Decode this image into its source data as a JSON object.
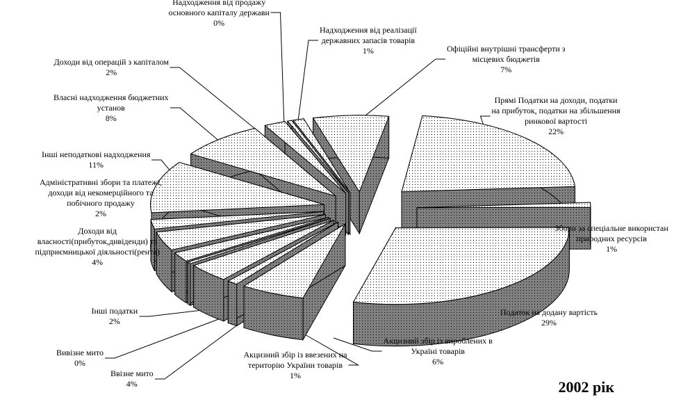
{
  "chart_data": {
    "type": "pie",
    "variant": "3d-exploded",
    "title": "2002 рік",
    "colors": {
      "top_fill": "#ffffff",
      "side_fill": "#808080",
      "dot": "#000000",
      "outline": "#000000",
      "leader": "#000000"
    },
    "slices": [
      {
        "label": "Прямі Податки на доходи, податки на прибуток, податки на збільшення ринкової вартості",
        "value": 22,
        "pct_label": "22%"
      },
      {
        "label": "Збори за спеціальне використан природних ресурсів",
        "value": 1,
        "pct_label": "1%"
      },
      {
        "label": "Податок на додану вартість",
        "value": 29,
        "pct_label": "29%"
      },
      {
        "label": "Акцизний збір із вироблених в Україні товарів",
        "value": 6,
        "pct_label": "6%"
      },
      {
        "label": "Акцизний збір із ввезених на територію України товарів",
        "value": 1,
        "pct_label": "1%"
      },
      {
        "label": "Ввізне мито",
        "value": 4,
        "pct_label": "4%"
      },
      {
        "label": "Вивізне мито",
        "value": 0,
        "pct_label": "0%"
      },
      {
        "label": "Інші податки",
        "value": 2,
        "pct_label": "2%"
      },
      {
        "label": "Доходи від власності(прибуток,дивіденди) та підприємницької діяльності(рента)",
        "value": 4,
        "pct_label": "4%"
      },
      {
        "label": "Адміністративні збори та платежі, доходи від некомерційного та побічного продажу",
        "value": 2,
        "pct_label": "2%"
      },
      {
        "label": "Інші неподаткові надходження",
        "value": 11,
        "pct_label": "11%"
      },
      {
        "label": "Власні надходження бюджетних установ",
        "value": 8,
        "pct_label": "8%"
      },
      {
        "label": "Доходи від операцій з капіталом",
        "value": 2,
        "pct_label": "2%"
      },
      {
        "label": "Надходження від продажу основного капіталу держави",
        "value": 0,
        "pct_label": "0%"
      },
      {
        "label": "Надходження від реалізації державних запасів товарів",
        "value": 1,
        "pct_label": "1%"
      },
      {
        "label": "Офіційні внутрішні трансферти з місцевих бюджетів",
        "value": 7,
        "pct_label": "7%"
      }
    ]
  },
  "labels": [
    {
      "lines": [
        "Прямі Податки на доходи, податки",
        "на прибуток, податки на збільшення",
        "ринкової вартості",
        "22%"
      ]
    },
    {
      "lines": [
        "Збори за спеціальне використан",
        "природних ресурсів",
        "1%"
      ]
    },
    {
      "lines": [
        "Податок на додану вартість",
        "29%"
      ]
    },
    {
      "lines": [
        "Акцизний збір із вироблених в",
        "Україні товарів",
        "6%"
      ]
    },
    {
      "lines": [
        "Акцизний збір із ввезених на",
        "територію України товарів",
        "1%"
      ]
    },
    {
      "lines": [
        "Ввізне мито",
        "4%"
      ]
    },
    {
      "lines": [
        "Вивізне мито",
        "0%"
      ]
    },
    {
      "lines": [
        "Інші податки",
        "2%"
      ]
    },
    {
      "lines": [
        "Доходи від",
        "власності(прибуток,дивіденди) та",
        "підприємницької діяльності(рента)",
        "4%"
      ]
    },
    {
      "lines": [
        "Адміністративні збори та платежі,",
        "доходи від некомерційного та",
        "побічного продажу",
        "2%"
      ]
    },
    {
      "lines": [
        "Інші неподаткові надходження",
        "11%"
      ]
    },
    {
      "lines": [
        "Власні надходження бюджетних",
        "установ",
        "8%"
      ]
    },
    {
      "lines": [
        "Доходи від операцій з капіталом",
        "2%"
      ]
    },
    {
      "lines": [
        "Надходження від продажу",
        "основного капіталу держави",
        "0%"
      ]
    },
    {
      "lines": [
        "Надходження від реалізації",
        "державних запасів товарів",
        "1%"
      ]
    },
    {
      "lines": [
        "Офіційні внутрішні трансферти з",
        "місцевих бюджетів",
        "7%"
      ]
    }
  ]
}
